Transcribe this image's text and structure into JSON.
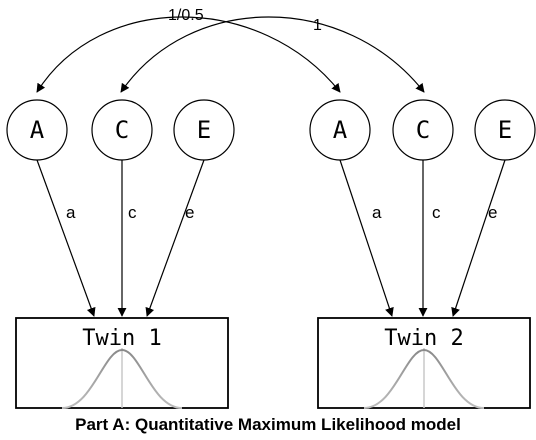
{
  "twin1": {
    "factors": [
      "A",
      "C",
      "E"
    ],
    "paths": [
      "a",
      "c",
      "e"
    ],
    "box_label": "Twin 1"
  },
  "twin2": {
    "factors": [
      "A",
      "C",
      "E"
    ],
    "paths": [
      "a",
      "c",
      "e"
    ],
    "box_label": "Twin 2"
  },
  "correlations": {
    "A": "1/0.5",
    "C": "1"
  },
  "caption": "Part A: Quantitative Maximum Likelihood model"
}
